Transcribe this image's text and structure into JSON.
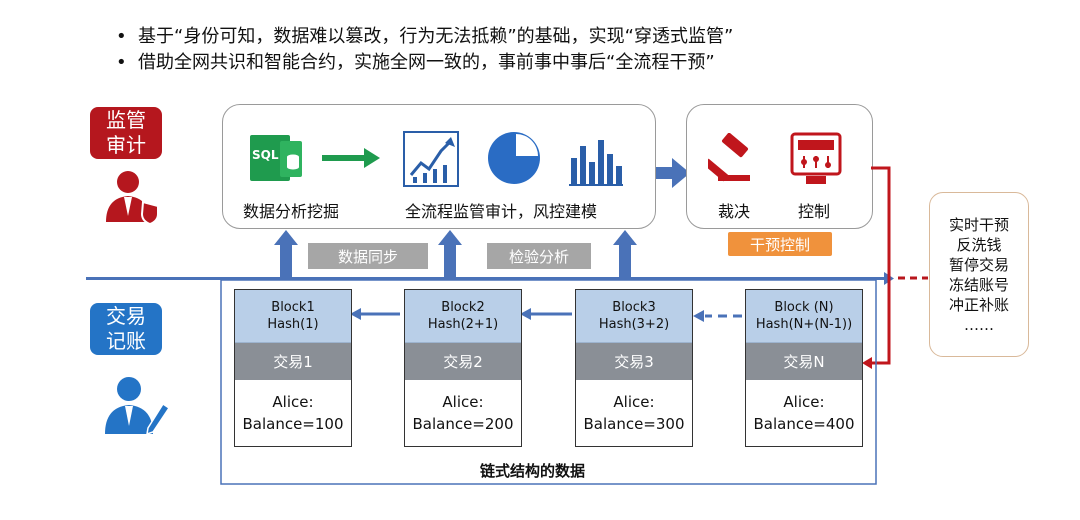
{
  "bullets": [
    "基于“身份可知，数据难以篡改，行为无法抵赖”的基础，实现“穿透式监管”",
    "借助全网共识和智能合约，实施全网一致的，事前事中事后“全流程干预”"
  ],
  "bullet_symbol": "•",
  "roles": {
    "regulator": "监管\n审计",
    "trader": "交易\n记账"
  },
  "colors": {
    "regulator_red": "#b5171e",
    "trader_blue": "#2474c6",
    "arrow_blue": "#4a72b8",
    "intervene_red": "#c0161c",
    "sql_green": "#1f9b4e"
  },
  "analysis_panel": {
    "labels": [
      "数据分析挖掘",
      "全流程监管审计，风控建模"
    ],
    "icons": [
      "sql-database-icon",
      "trend-chart-icon",
      "pie-chart-icon",
      "bar-chart-icon"
    ],
    "sql_text": "SQL"
  },
  "control_panel": {
    "labels": [
      "裁决",
      "控制"
    ],
    "icons": [
      "gavel-icon",
      "control-panel-icon"
    ]
  },
  "pills": {
    "data_sync": "数据同步",
    "verify": "检验分析",
    "intervene": "干预控制"
  },
  "blocks": [
    {
      "hash_line1": "Block1",
      "hash_line2": "Hash(1)",
      "tx": "交易1",
      "alice": "Alice:",
      "balance": "Balance=100"
    },
    {
      "hash_line1": "Block2",
      "hash_line2": "Hash(2+1)",
      "tx": "交易2",
      "alice": "Alice:",
      "balance": "Balance=200"
    },
    {
      "hash_line1": "Block3",
      "hash_line2": "Hash(3+2)",
      "tx": "交易3",
      "alice": "Alice:",
      "balance": "Balance=300"
    },
    {
      "hash_line1": "Block (N)",
      "hash_line2": "Hash(N+(N-1))",
      "tx": "交易N",
      "alice": "Alice:",
      "balance": "Balance=400"
    }
  ],
  "chain_caption": "链式结构的数据",
  "actions": [
    "实时干预",
    "反洗钱",
    "暂停交易",
    "冻结账号",
    "冲正补账",
    "……"
  ]
}
